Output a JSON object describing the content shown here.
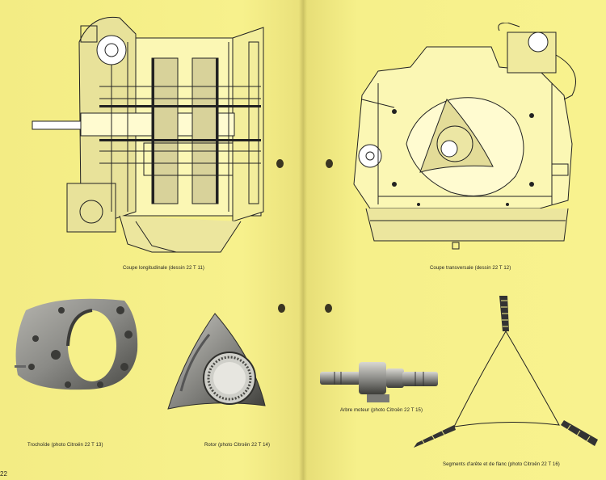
{
  "page": {
    "number": "22"
  },
  "figures": {
    "longitudinal": {
      "caption": "Coupe longitudinale (dessin 22 T 11)"
    },
    "transversal": {
      "caption": "Coupe transversale (dessin 22 T 12)"
    },
    "trochoid": {
      "caption": "Trochoïde (photo Citroën 22 T 13)"
    },
    "rotor": {
      "caption": "Rotor (photo Citroën 22 T 14)"
    },
    "shaft": {
      "caption": "Arbre moteur (photo Citroën 22 T 15)"
    },
    "seals": {
      "caption": "Segments d'arête et de flanc (photo Citroën 22 T 16)"
    }
  },
  "colors": {
    "paper": "#f6f08a",
    "ink": "#222222",
    "photo_gray": "#8a8a86"
  }
}
